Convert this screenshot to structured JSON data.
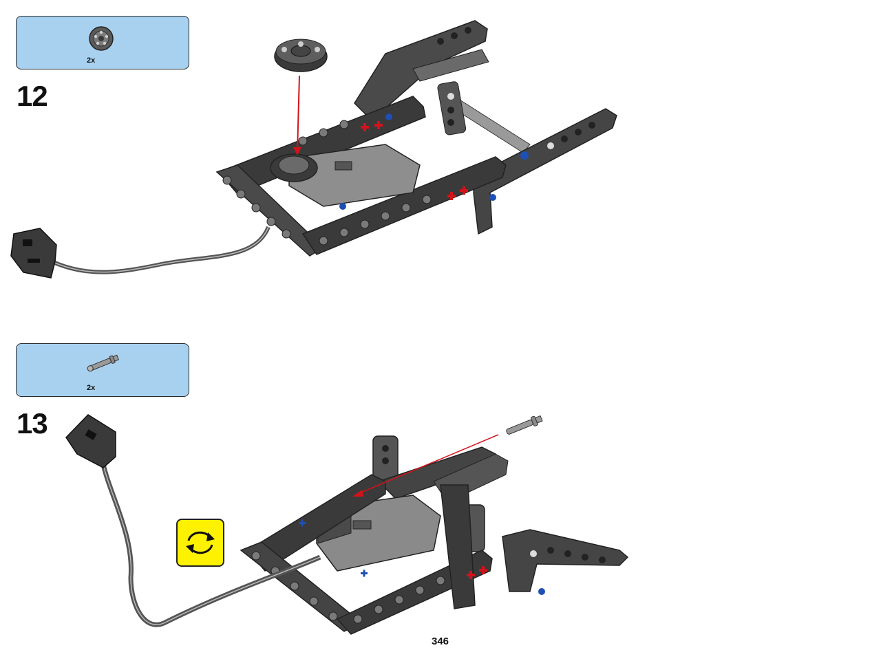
{
  "steps": [
    {
      "number": "12",
      "part_qty": "2x",
      "part_icon": "pulley-wheel-icon"
    },
    {
      "number": "13",
      "part_qty": "2x",
      "part_icon": "axle-pin-icon"
    }
  ],
  "rotate_icon": "rotate-model-icon",
  "page_number": "346",
  "colors": {
    "parts_box": "#a8d1f0",
    "beam": "#3a3a3a",
    "beam_light": "#7a7a7a",
    "arrow": "#d3121a",
    "rotate": "#fff200",
    "pin_blue": "#1e4fb5"
  }
}
